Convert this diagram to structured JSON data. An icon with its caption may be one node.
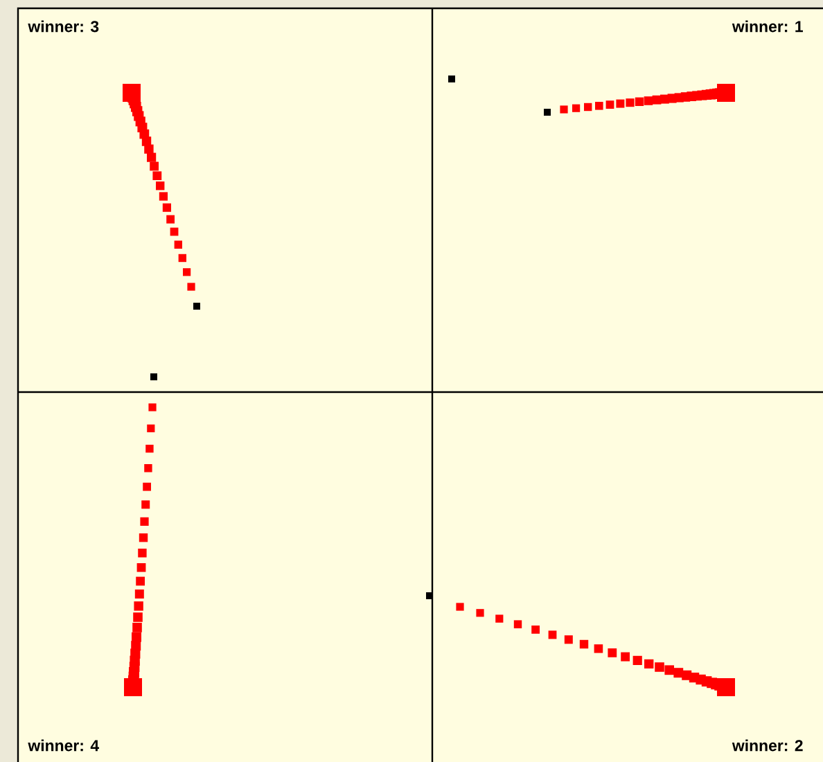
{
  "diagram": {
    "labels": [
      "winner: 3",
      "winner: 1",
      "winner: 4",
      "winner: 2"
    ]
  }
}
